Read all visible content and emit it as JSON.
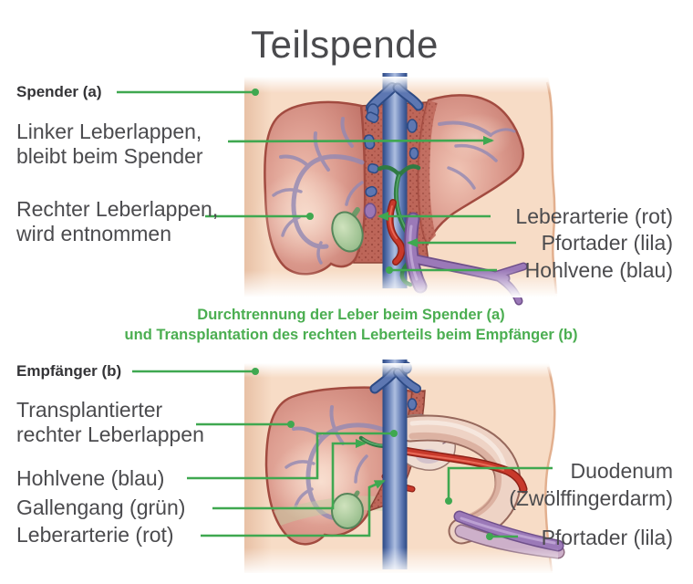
{
  "title": "Teilspende",
  "caption": {
    "line1": "Durchtrennung der Leber beim Spender (a)",
    "line2": "und Transplantation des rechten Leberteils beim Empfänger (b)"
  },
  "donor": {
    "tag": "Spender (a)",
    "left_lobe_line1": "Linker Leberlappen,",
    "left_lobe_line2": "bleibt beim Spender",
    "right_lobe_line1": "Rechter Leberlappen,",
    "right_lobe_line2": "wird entnommen",
    "artery": "Leberarterie (rot)",
    "portal_vein": "Pfortader (lila)",
    "vena_cava": "Hohlvene (blau)"
  },
  "recipient": {
    "tag": "Empfänger (b)",
    "transplant_line1": "Transplantierter",
    "transplant_line2": "rechter Leberlappen",
    "vena_cava": "Hohlvene (blau)",
    "bile_duct": "Gallengang (grün)",
    "artery": "Leberarterie (rot)",
    "duodenum_line1": "Duodenum",
    "duodenum_line2": "(Zwölffingerdarm)",
    "portal_vein": "Pfortader (lila)"
  },
  "colors": {
    "accent_green": "#3fa850",
    "caption_green": "#4bae51",
    "label_gray": "#4b4b4e",
    "skin": "#f7dcc6",
    "liver": "#d8968a",
    "vena_cava_blue": "#3d5b9b",
    "portal_purple": "#9b79b8",
    "artery_red": "#c8392b",
    "bile_duct_green": "#37884d",
    "gallbladder_green": "#a4c79b"
  }
}
